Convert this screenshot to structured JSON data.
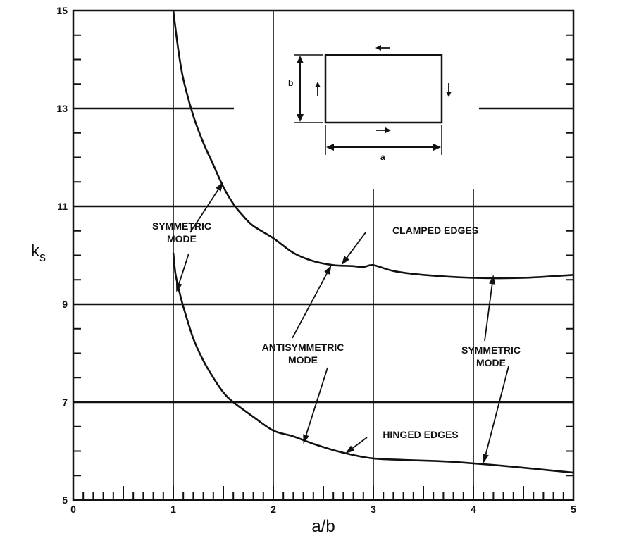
{
  "chart_data": {
    "type": "line",
    "xlabel": "a/b",
    "ylabel": "k",
    "ylabel_sub": "s",
    "xlim": [
      0,
      5
    ],
    "ylim": [
      5,
      15
    ],
    "xticks": [
      "0",
      "1",
      "2",
      "3",
      "4",
      "5"
    ],
    "yticks": [
      "5",
      "7",
      "9",
      "11",
      "13",
      "15"
    ],
    "series": [
      {
        "name": "CLAMPED EDGES",
        "x": [
          1.0,
          1.05,
          1.1,
          1.2,
          1.3,
          1.4,
          1.5,
          1.6,
          1.7,
          1.8,
          2.0,
          2.2,
          2.4,
          2.6,
          2.8,
          2.9,
          3.0,
          3.2,
          3.5,
          4.0,
          4.5,
          5.0
        ],
        "values": [
          15.0,
          14.2,
          13.6,
          12.85,
          12.3,
          11.85,
          11.4,
          11.05,
          10.8,
          10.6,
          10.35,
          10.05,
          9.88,
          9.8,
          9.78,
          9.76,
          9.8,
          9.68,
          9.6,
          9.54,
          9.54,
          9.6
        ]
      },
      {
        "name": "HINGED EDGES",
        "x": [
          1.0,
          1.02,
          1.05,
          1.1,
          1.2,
          1.3,
          1.4,
          1.5,
          1.6,
          1.8,
          2.0,
          2.2,
          2.4,
          2.6,
          2.8,
          3.0,
          3.3,
          3.6,
          3.8,
          4.0,
          4.3,
          4.6,
          5.0
        ],
        "values": [
          10.05,
          9.65,
          9.35,
          8.95,
          8.3,
          7.85,
          7.5,
          7.2,
          7.0,
          6.7,
          6.42,
          6.3,
          6.15,
          6.02,
          5.92,
          5.85,
          5.82,
          5.8,
          5.78,
          5.75,
          5.7,
          5.64,
          5.56
        ]
      }
    ],
    "annotations": [
      {
        "lines": [
          "SYMMETRIC",
          "MODE"
        ],
        "target_x": [
          1.5,
          1.03
        ],
        "target_y": [
          11.5,
          9.25
        ]
      },
      {
        "lines": [
          "CLAMPED EDGES"
        ],
        "target_x": [
          2.68
        ],
        "target_y": [
          9.8
        ]
      },
      {
        "lines": [
          "ANTISYMMETRIC",
          "MODE"
        ],
        "target_x": [
          2.58,
          2.3
        ],
        "target_y": [
          9.8,
          6.15
        ]
      },
      {
        "lines": [
          "SYMMETRIC",
          "MODE"
        ],
        "target_x": [
          4.2,
          4.1
        ],
        "target_y": [
          9.6,
          5.75
        ]
      },
      {
        "lines": [
          "HINGED EDGES"
        ],
        "target_x": [
          2.72
        ],
        "target_y": [
          5.95
        ]
      }
    ],
    "inset": {
      "width_label": "a",
      "height_label": "b"
    },
    "grid": true
  }
}
